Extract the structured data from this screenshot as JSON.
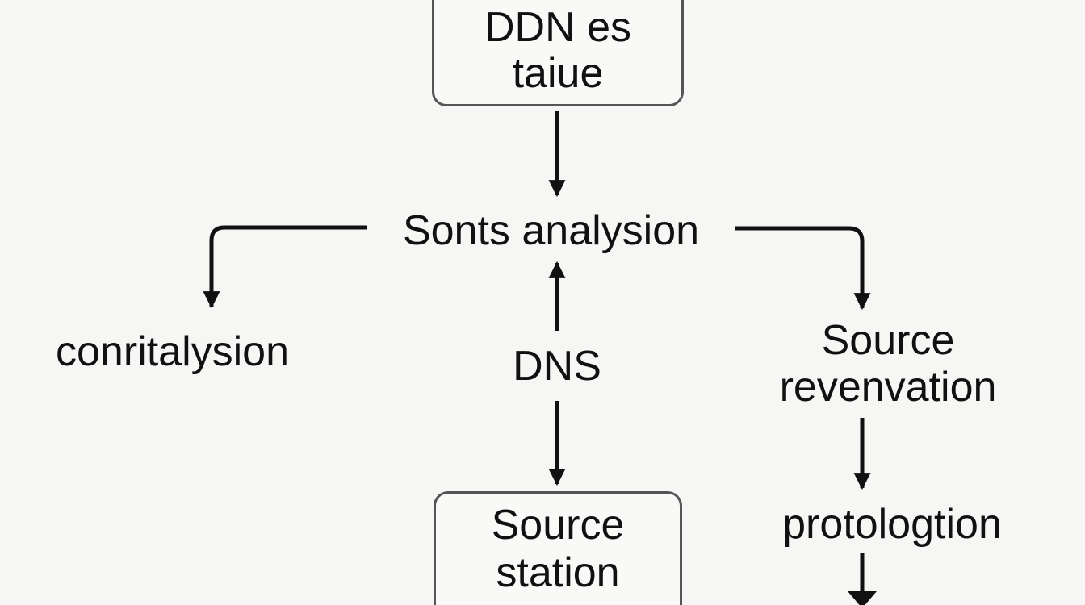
{
  "diagram": {
    "nodes": {
      "top": {
        "line1": "DDN es",
        "line2": "taiue",
        "boxed": true
      },
      "analysis": {
        "label": "Sonts analysion",
        "boxed": false
      },
      "left": {
        "label": "conritalysion",
        "boxed": false
      },
      "dns": {
        "label": "DNS",
        "boxed": false
      },
      "source_station": {
        "line1": "Source",
        "line2": "station",
        "boxed": true
      },
      "source_revenvation": {
        "line1": "Source",
        "line2": "revenvation",
        "boxed": false
      },
      "protologtion": {
        "label": "protologtion",
        "boxed": false
      }
    },
    "edges": [
      {
        "from": "top",
        "to": "analysis"
      },
      {
        "from": "analysis",
        "to": "left"
      },
      {
        "from": "analysis",
        "to": "source_revenvation"
      },
      {
        "from": "dns",
        "to": "analysis"
      },
      {
        "from": "dns",
        "to": "source_station"
      },
      {
        "from": "source_revenvation",
        "to": "protologtion"
      },
      {
        "from": "protologtion",
        "to": "offscreen-below"
      }
    ],
    "colors": {
      "background": "#f6f6f5",
      "stroke": "#111111",
      "box_border": "#555555",
      "text": "#111111"
    }
  }
}
